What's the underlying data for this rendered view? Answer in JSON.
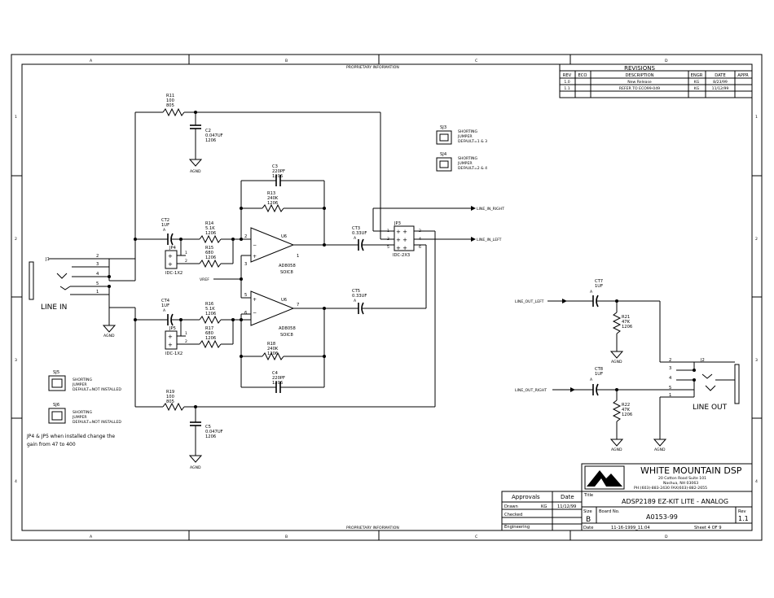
{
  "frame": {
    "zones_top": [
      "A",
      "B",
      "C",
      "D"
    ],
    "zones_side": [
      "1",
      "2",
      "3",
      "4"
    ],
    "proprietary_label": "PROPRIETARY INFORMATION"
  },
  "revisions": {
    "title": "REVISIONS",
    "headers": [
      "REV",
      "ECO",
      "DESCRIPTION",
      "ENGR",
      "DATE",
      "APPR"
    ],
    "rows": [
      [
        "1.0",
        "",
        "New Release",
        "KG",
        "8/23/99",
        ""
      ],
      [
        "1.1",
        "",
        "REFER TO ECO99-049",
        "KG",
        "11/12/99",
        ""
      ]
    ]
  },
  "components": {
    "R11": {
      "ref": "R11",
      "value": "100",
      "pkg": "805"
    },
    "R19": {
      "ref": "R19",
      "value": "100",
      "pkg": "805"
    },
    "C2": {
      "ref": "C2",
      "value": "0.047UF",
      "pkg": "1206"
    },
    "C5": {
      "ref": "C5",
      "value": "0.047UF",
      "pkg": "1206"
    },
    "C3": {
      "ref": "C3",
      "value": "220PF",
      "pkg": "1206"
    },
    "C4": {
      "ref": "C4",
      "value": "220PF",
      "pkg": "1206"
    },
    "R13": {
      "ref": "R13",
      "value": "240K",
      "pkg": "1206"
    },
    "R18": {
      "ref": "R18",
      "value": "240K",
      "pkg": "1206"
    },
    "R14": {
      "ref": "R14",
      "value": "5.1K",
      "pkg": "1206"
    },
    "R16": {
      "ref": "R16",
      "value": "5.1K",
      "pkg": "1206"
    },
    "R15": {
      "ref": "R15",
      "value": "680",
      "pkg": "1206"
    },
    "R17": {
      "ref": "R17",
      "value": "680",
      "pkg": "1206"
    },
    "CT2": {
      "ref": "CT2",
      "value": "1UF",
      "pol": "A"
    },
    "CT4": {
      "ref": "CT4",
      "value": "1UF",
      "pol": "A"
    },
    "CT3": {
      "ref": "CT3",
      "value": "0.33UF",
      "pol": "A"
    },
    "CT5": {
      "ref": "CT5",
      "value": "0.33UF",
      "pol": "A"
    },
    "CT7": {
      "ref": "CT7",
      "value": "1UF",
      "pol": "A"
    },
    "CT8": {
      "ref": "CT8",
      "value": "1UF",
      "pol": "A"
    },
    "R21": {
      "ref": "R21",
      "value": "47K",
      "pkg": "1206"
    },
    "R22": {
      "ref": "R22",
      "value": "47K",
      "pkg": "1206"
    },
    "U6a": {
      "ref": "U6",
      "part": "AD8058",
      "pkg": "SOIC8"
    },
    "U6b": {
      "ref": "U6",
      "part": "AD8058",
      "pkg": "SOIC8"
    },
    "JP4": {
      "ref": "JP4",
      "type": "IDC-1X2"
    },
    "JP5": {
      "ref": "JP5",
      "type": "IDC-1X2"
    },
    "JP3": {
      "ref": "JP3",
      "type": "IDC-2X3"
    },
    "J1": {
      "ref": "J1"
    },
    "J2": {
      "ref": "J2"
    }
  },
  "labels": {
    "agnd": "AGND",
    "vref": "VREF",
    "line_in": "LINE IN",
    "line_out": "LINE OUT",
    "line_in_right": "LINE_IN_RIGHT",
    "line_in_left": "LINE_IN_LEFT",
    "line_out_left": "LINE_OUT_LEFT",
    "line_out_right": "LINE_OUT_RIGHT",
    "note_jp": [
      "JP4 & JP5 when installed change the",
      "gain from 47 to 400"
    ]
  },
  "jumpers": {
    "SJ3": {
      "ref": "SJ3",
      "lines": [
        "SHORTING",
        "JUMPER",
        "DEFAULT=1 & 3"
      ]
    },
    "SJ4": {
      "ref": "SJ4",
      "lines": [
        "SHORTING",
        "JUMPER",
        "DEFAULT=2 & 4"
      ]
    },
    "SJ5": {
      "ref": "SJ5",
      "lines": [
        "SHORTING",
        "JUMPER",
        "DEFAULT=NOT INSTALLED"
      ]
    },
    "SJ6": {
      "ref": "SJ6",
      "lines": [
        "SHORTING",
        "JUMPER",
        "DEFAULT=NOT INSTALLED"
      ]
    }
  },
  "pins": {
    "op_a": {
      "minus": "2",
      "plus": "3",
      "out": "1"
    },
    "op_b": {
      "plus": "5",
      "minus": "6",
      "out": "7"
    },
    "j1": [
      "2",
      "3",
      "4",
      "5",
      "1"
    ],
    "j2": [
      "2",
      "3",
      "4",
      "5",
      "1"
    ],
    "jp_small": [
      "1",
      "2"
    ],
    "jp3_left": [
      "1",
      "3",
      "5"
    ],
    "jp3_right": [
      "2",
      "4",
      "6"
    ]
  },
  "title_block": {
    "company": "WHITE MOUNTAIN DSP",
    "address": [
      "20 Cotton Road Suite 101",
      "Nashua, NH 03063",
      "PH:(603)-883-2430 FAX(603)-882-2655"
    ],
    "approvals_label": "Approvals",
    "date_label": "Date",
    "drawn_label": "Drawn",
    "drawn_by": "KG",
    "drawn_date": "11/12/99",
    "checked_label": "Checked",
    "engineering_label": "Engineering",
    "title_label": "Title",
    "title": "ADSP2189 EZ-KIT LITE - ANALOG",
    "size_label": "Size",
    "size": "B",
    "board_label": "Board No.",
    "board_no": "A0153-99",
    "rev_label": "Rev",
    "rev": "1.1",
    "date_field_label": "Date",
    "date_value": "11-16-1999_11:04",
    "sheet_text": "Sheet 4 OF 9"
  }
}
